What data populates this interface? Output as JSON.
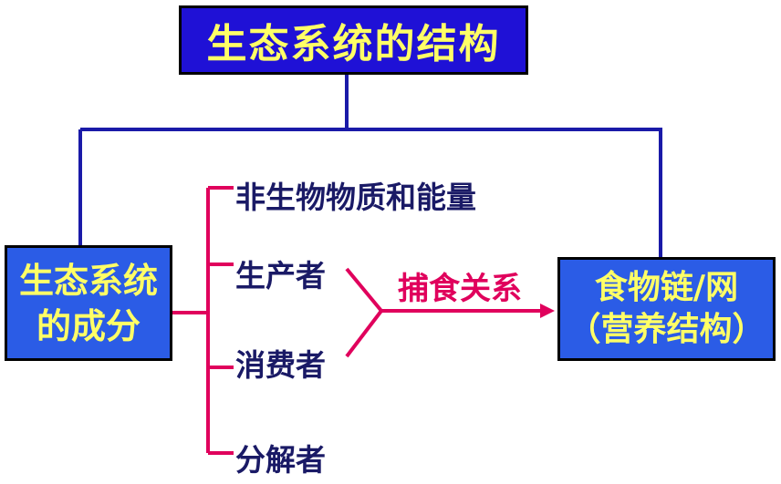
{
  "title": "生态系统的结构",
  "components_box": {
    "line1": "生态系统",
    "line2": "的成分"
  },
  "components": [
    "非生物物质和能量",
    "生产者",
    "消费者",
    "分解者"
  ],
  "relation_label": "捕食关系",
  "result_box": {
    "line1": "食物链/网",
    "line2": "（营养结构）"
  },
  "colors": {
    "box_fill": "#2b5ce6",
    "title_fill": "#1f11d6",
    "box_text": "#ffff66",
    "tree_lines": "#1a1aa8",
    "bracket_lines": "#e0005c",
    "component_text": "#1a1a66"
  }
}
